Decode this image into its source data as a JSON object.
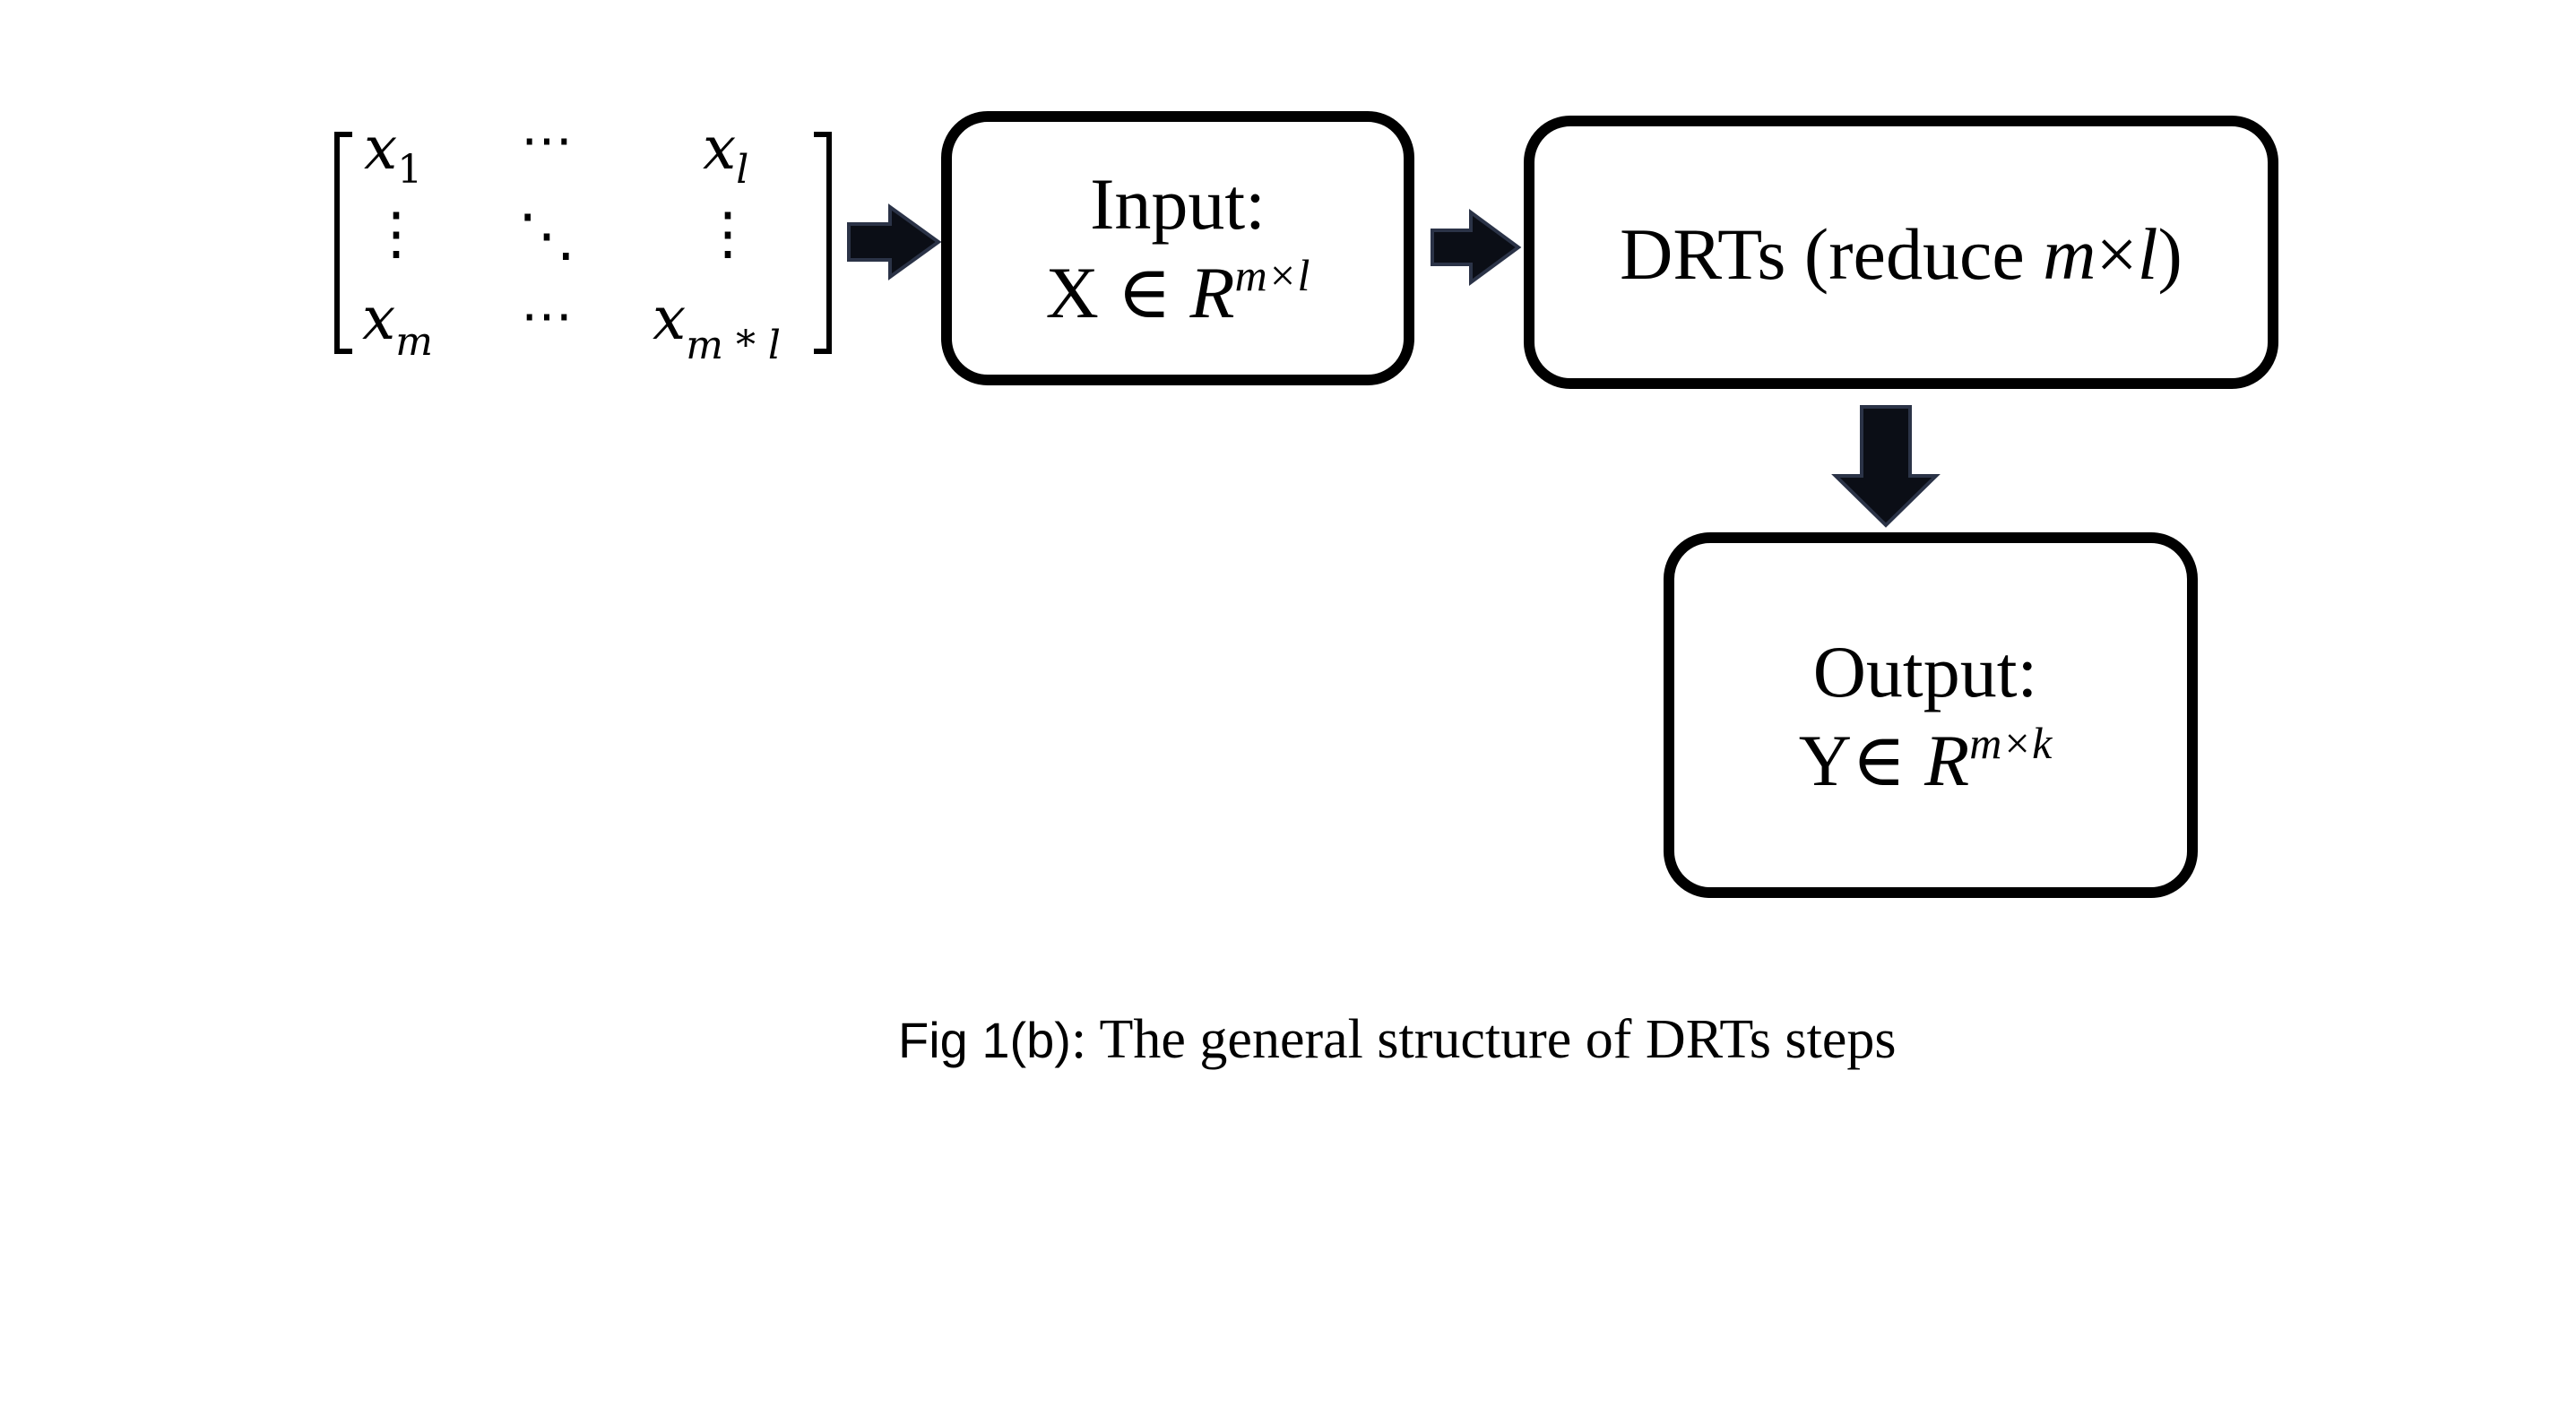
{
  "matrix": {
    "top_left": "x",
    "top_left_sub": "1",
    "top_mid": "⋯",
    "top_right": "x",
    "top_right_sub": "l",
    "mid_left": "⋮",
    "mid_mid": "⋱",
    "mid_right": "⋮",
    "bottom_left": "x",
    "bottom_left_sub": "m",
    "bottom_mid": "⋯",
    "bottom_right": "x",
    "bottom_right_sub": "m * l"
  },
  "input_box": {
    "title": "Input:",
    "formula_prefix": "X ∈ ",
    "formula_base": "R",
    "formula_sup": "m×l"
  },
  "drts_box": {
    "text_prefix": "DRTs (reduce ",
    "text_m": "m",
    "text_times": "×",
    "text_l": "l",
    "text_suffix": ")"
  },
  "output_box": {
    "title": "Output:",
    "formula_prefix": "Y∈ ",
    "formula_base": "R",
    "formula_sup": "m×k"
  },
  "caption": {
    "label": "Fig 1(b)",
    "text": ": The general structure of DRTs steps"
  },
  "colors": {
    "arrow_fill": "#0b0e16",
    "arrow_stroke": "#2b3347",
    "box_stroke": "#000000"
  }
}
